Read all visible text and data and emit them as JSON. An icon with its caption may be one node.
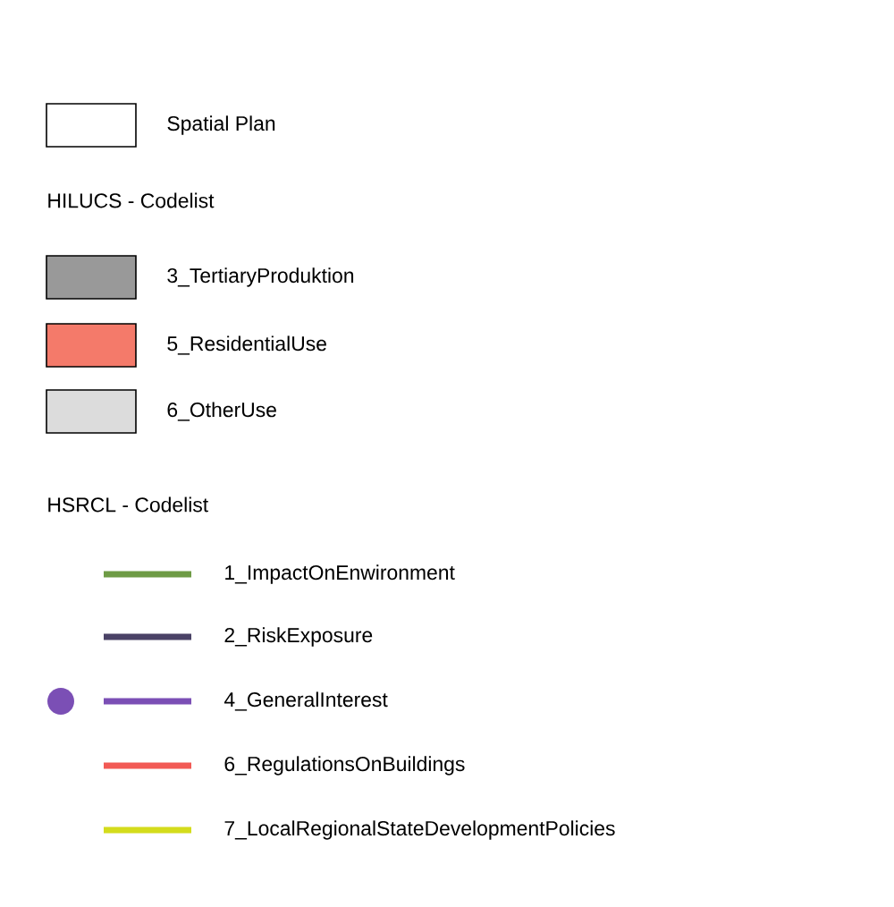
{
  "diagram": {
    "labels": [
      "HILUCS  -  Codelist",
      "HSRCL   -  Codelist"
    ],
    "legend": [
      {
        "text": "Spatial Plan"
      },
      {
        "text": "3_TertiaryProduktion",
        "color": "#999999"
      },
      {
        "text": "5_ResidentialUse",
        "color": "#f47a6a"
      },
      {
        "text": "6_OtherUse",
        "color": "#dcdcdc"
      },
      {
        "text": "1_ImpactOnEnwironment"
      },
      {
        "text": "2_RiskExposure"
      },
      {
        "text": "4_GeneralInterest"
      },
      {
        "text": "6_RegulationsOnBuildings"
      },
      {
        "text": "7_LocalRegionalStateDevelopmentPolicies"
      }
    ]
  }
}
